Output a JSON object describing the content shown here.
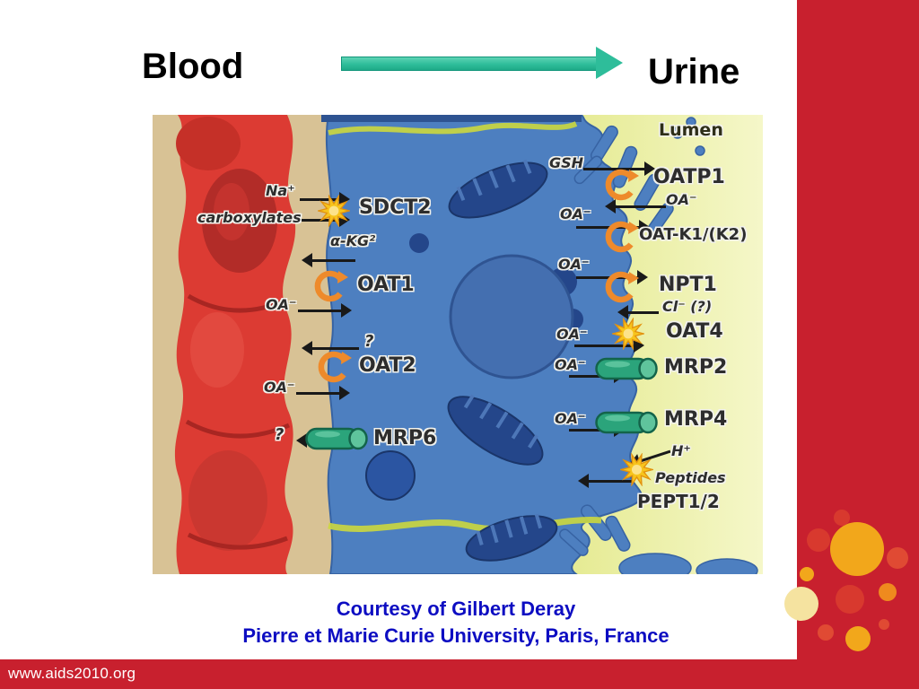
{
  "header": {
    "blood_label": "Blood",
    "urine_label": "Urine"
  },
  "credit": {
    "line1": "Courtesy of Gilbert Deray",
    "line2": "Pierre et Marie Curie University, Paris, France"
  },
  "footer": {
    "url": "www.aids2010.org"
  },
  "colors": {
    "accent_red": "#c8202e",
    "arrow_teal": "#2ebd9a",
    "credit_blue": "#0d0dc2",
    "logo_orange": "#f2a71b",
    "logo_red": "#d8392e",
    "logo_cream": "#f5e3a0"
  },
  "icons": {
    "exchanger": "orange-circular-arrow-exchanger-icon",
    "cotransporter": "yellow-sun-cotransporter-icon",
    "pump": "green-cylinder-pump-icon"
  },
  "diagram": {
    "lumen_label": "Lumen",
    "blood_side": {
      "na": "Na⁺",
      "carboxylates": "carboxylates",
      "sdct2": "SDCT2",
      "akg": "α-KG²",
      "oat1": "OAT1",
      "oa_oat1": "OA⁻",
      "q_oat2": "?",
      "oat2": "OAT2",
      "oa_oat2": "OA⁻",
      "q_mrp6": "?",
      "mrp6": "MRP6"
    },
    "lumen_side": {
      "gsh": "GSH",
      "oatp1": "OATP1",
      "oa_oatp1": "OA⁻",
      "oa_oatk": "OA⁻",
      "oatk": "OAT-K1/(K2)",
      "oa_npt1": "OA⁻",
      "npt1": "NPT1",
      "cl": "Cl⁻ (?)",
      "oa_oat4": "OA⁻",
      "oat4": "OAT4",
      "oa_mrp2": "OA⁻",
      "mrp2": "MRP2",
      "oa_mrp4": "OA⁻",
      "mrp4": "MRP4",
      "h": "H⁺",
      "peptides": "Peptides",
      "pept12": "PEPT1/2"
    }
  }
}
